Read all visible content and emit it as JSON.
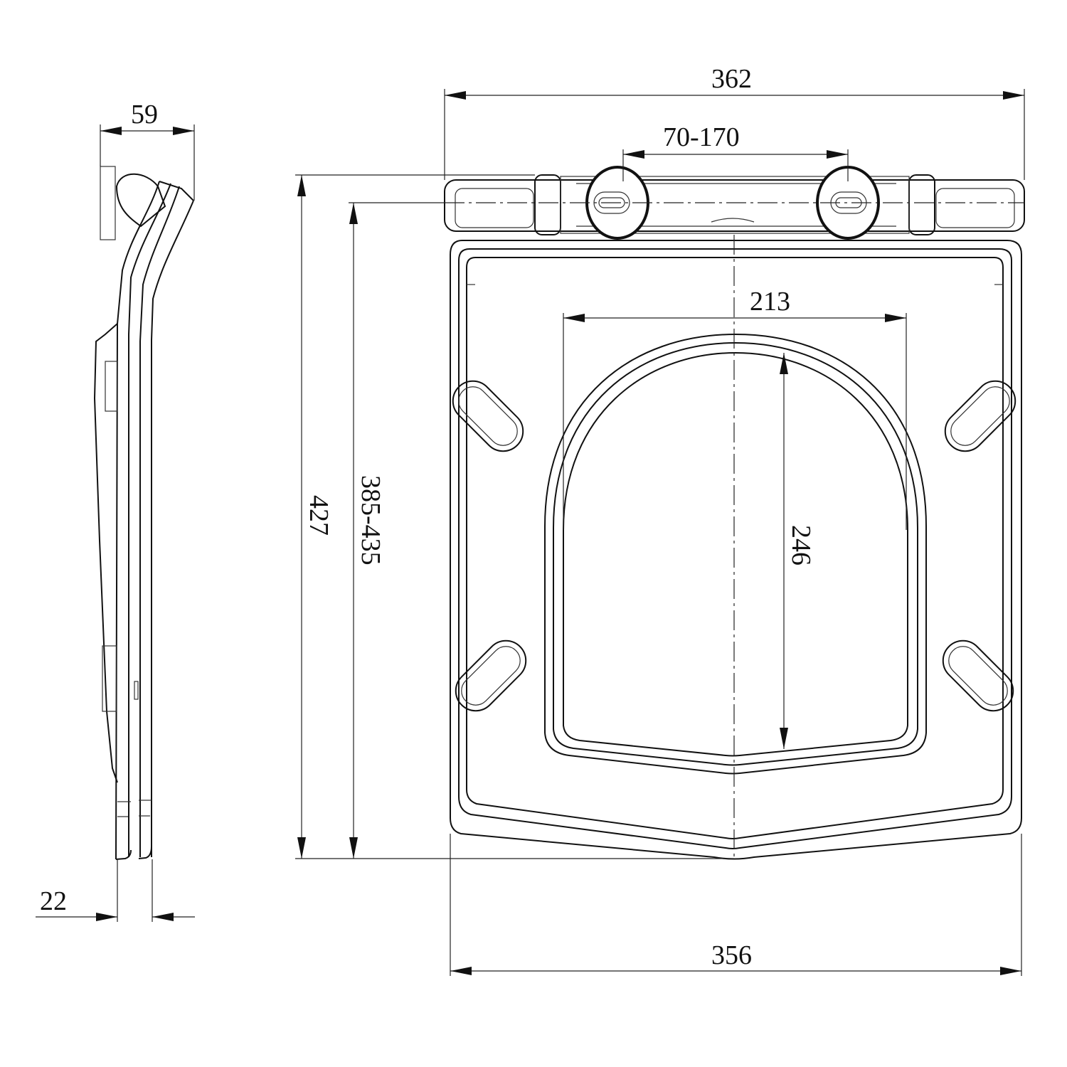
{
  "diagram": {
    "subject": "Toilet seat technical drawing",
    "views": [
      "side-view",
      "top-view"
    ],
    "line_color": "#111111",
    "background": "#ffffff"
  },
  "dimensions": {
    "side_depth": "59",
    "side_thickness": "22",
    "overall_width": "362",
    "hinge_spacing": "70-170",
    "opening_width": "213",
    "opening_length": "246",
    "overall_length": "427",
    "fixing_to_front": "385-435",
    "base_width": "356"
  }
}
